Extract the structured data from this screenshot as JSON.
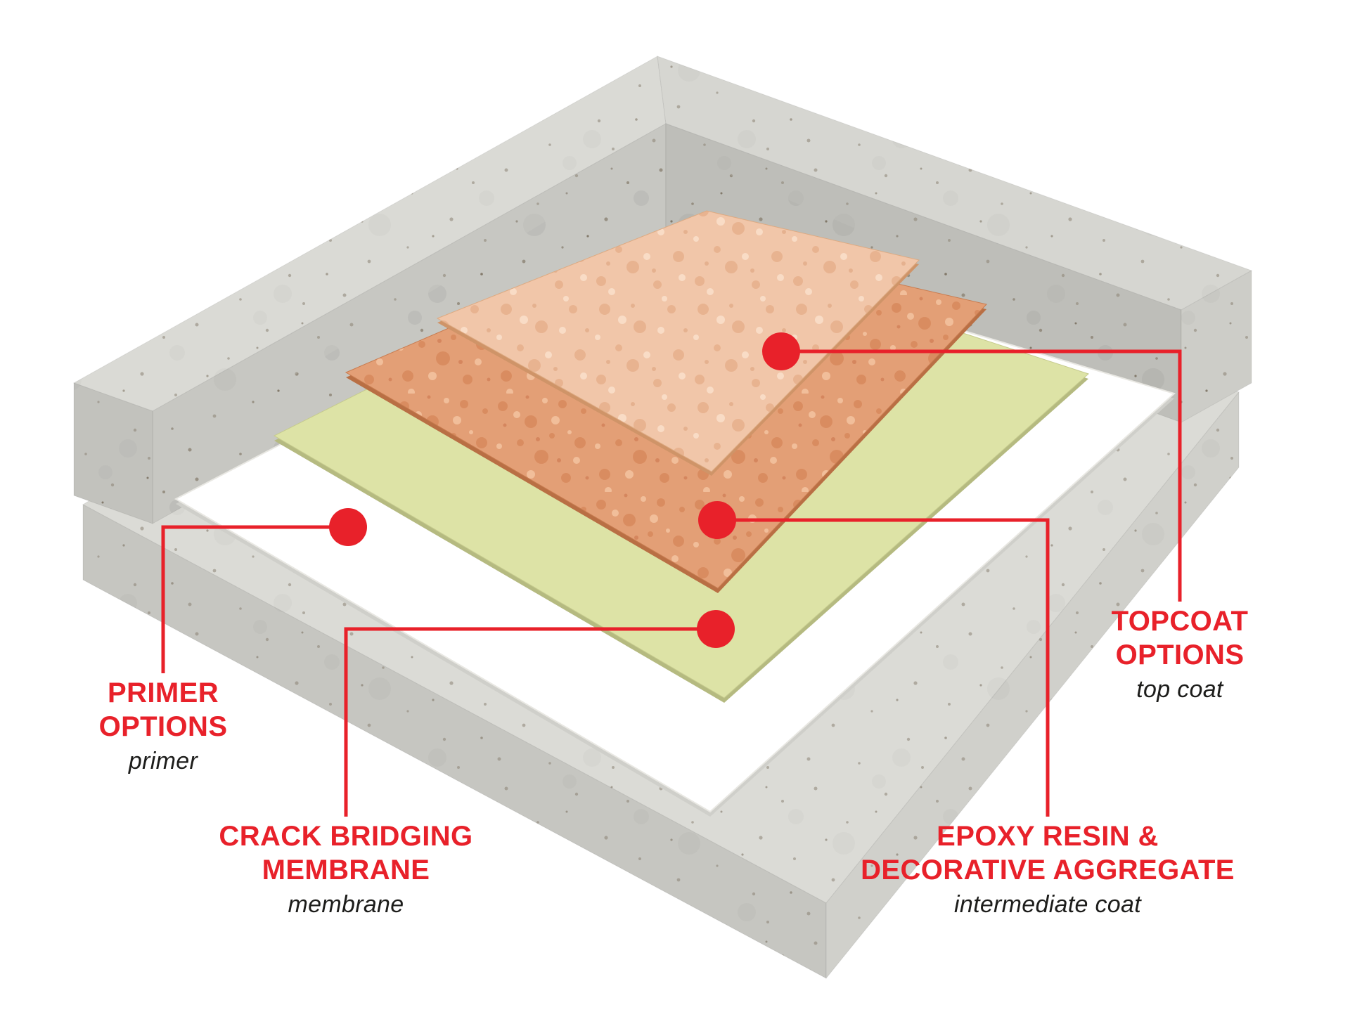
{
  "colors": {
    "accent_red": "#e8212a",
    "layer_primer": "#ffffff",
    "layer_membrane": "#dde3a6",
    "layer_epoxy": "#e39f76",
    "layer_topcoat": "#f1c6a9"
  },
  "callouts": {
    "primer": {
      "title_line1": "PRIMER",
      "title_line2": "OPTIONS",
      "subtitle": "primer"
    },
    "membrane": {
      "title_line1": "CRACK BRIDGING",
      "title_line2": "MEMBRANE",
      "subtitle": "membrane"
    },
    "topcoat": {
      "title_line1": "TOPCOAT",
      "title_line2": "OPTIONS",
      "subtitle": "top coat"
    },
    "epoxy": {
      "title_line1": "EPOXY RESIN &",
      "title_line2": "DECORATIVE AGGREGATE",
      "subtitle": "intermediate coat"
    }
  }
}
